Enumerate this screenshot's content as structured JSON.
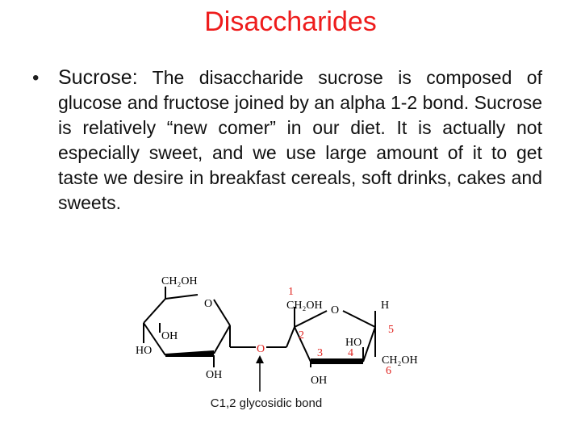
{
  "title": "Disaccharides",
  "bullet": {
    "marker": "•",
    "term": "Sucrose:",
    "text": " The disaccharide sucrose is composed of glucose and fructose joined by an alpha 1-2 bond. Sucrose is relatively “new comer” in our diet. It is actually not especially sweet, and we use large amount of it to get taste we desire in breakfast cereals, soft drinks, cakes and sweets."
  },
  "structure": {
    "glucose": {
      "ch2oh": "CH₂OH",
      "ring_o": "O",
      "oh_c4": "OH",
      "ho_c4": "HO",
      "oh_c2": "OH"
    },
    "linkage_o": "O",
    "fructose": {
      "ch2oh_c1": "CH₂OH",
      "ring_o": "O",
      "h": "H",
      "ho": "HO",
      "oh": "OH",
      "ch2oh_c6": "CH₂OH"
    },
    "numbers": [
      "1",
      "2",
      "3",
      "4",
      "5",
      "6"
    ],
    "number_color": "#e0231f"
  },
  "caption": "C1,2 glycosidic bond",
  "colors": {
    "title": "#ee1c1c",
    "text": "#111111",
    "caption": "#151515"
  }
}
